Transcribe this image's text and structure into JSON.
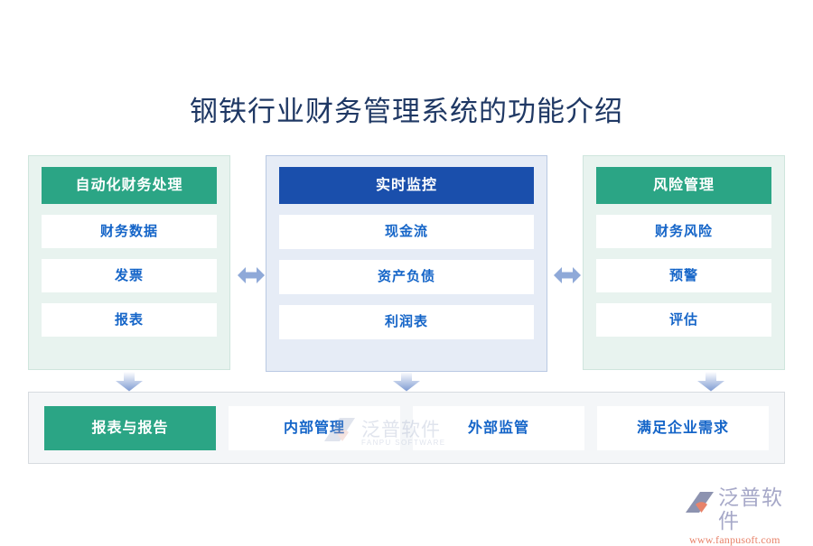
{
  "page": {
    "title": "钢铁行业财务管理系统的功能介绍",
    "title_color": "#1f3864",
    "background": "#ffffff"
  },
  "colors": {
    "teal": "#2ba585",
    "blue": "#1a4fac",
    "item_text": "#1565c8",
    "side_panel_bg": "#e8f3ef",
    "side_panel_border": "#cfe5dd",
    "center_panel_bg": "#e6ecf6",
    "center_panel_border": "#b9c9e3",
    "bottom_bar_bg": "#f4f6f8",
    "bottom_bar_border": "#d7dbe0",
    "arrow": "#8fa9d8"
  },
  "columns": [
    {
      "header": "自动化财务处理",
      "header_style": "teal",
      "items": [
        "财务数据",
        "发票",
        "报表"
      ]
    },
    {
      "header": "实时监控",
      "header_style": "blue",
      "items": [
        "现金流",
        "资产负债",
        "利润表"
      ]
    },
    {
      "header": "风险管理",
      "header_style": "teal",
      "items": [
        "财务风险",
        "预警",
        "评估"
      ]
    }
  ],
  "connectors": {
    "horizontal_arrows": [
      "double-arrow-left-right",
      "double-arrow-left-right"
    ],
    "down_arrows": [
      "arrow-down",
      "arrow-down",
      "arrow-down"
    ]
  },
  "bottom_bar": {
    "items": [
      {
        "label": "报表与报告",
        "highlighted": true
      },
      {
        "label": "内部管理",
        "highlighted": false
      },
      {
        "label": "外部监管",
        "highlighted": false
      },
      {
        "label": "满足企业需求",
        "highlighted": false
      }
    ]
  },
  "watermark": {
    "cn": "泛普软件",
    "en": "FANPU SOFTWARE"
  },
  "logo": {
    "cn": "泛普软件",
    "url": "www.fanpusoft.com",
    "cn_color": "#a6a8c8",
    "url_color": "#e8836a"
  }
}
